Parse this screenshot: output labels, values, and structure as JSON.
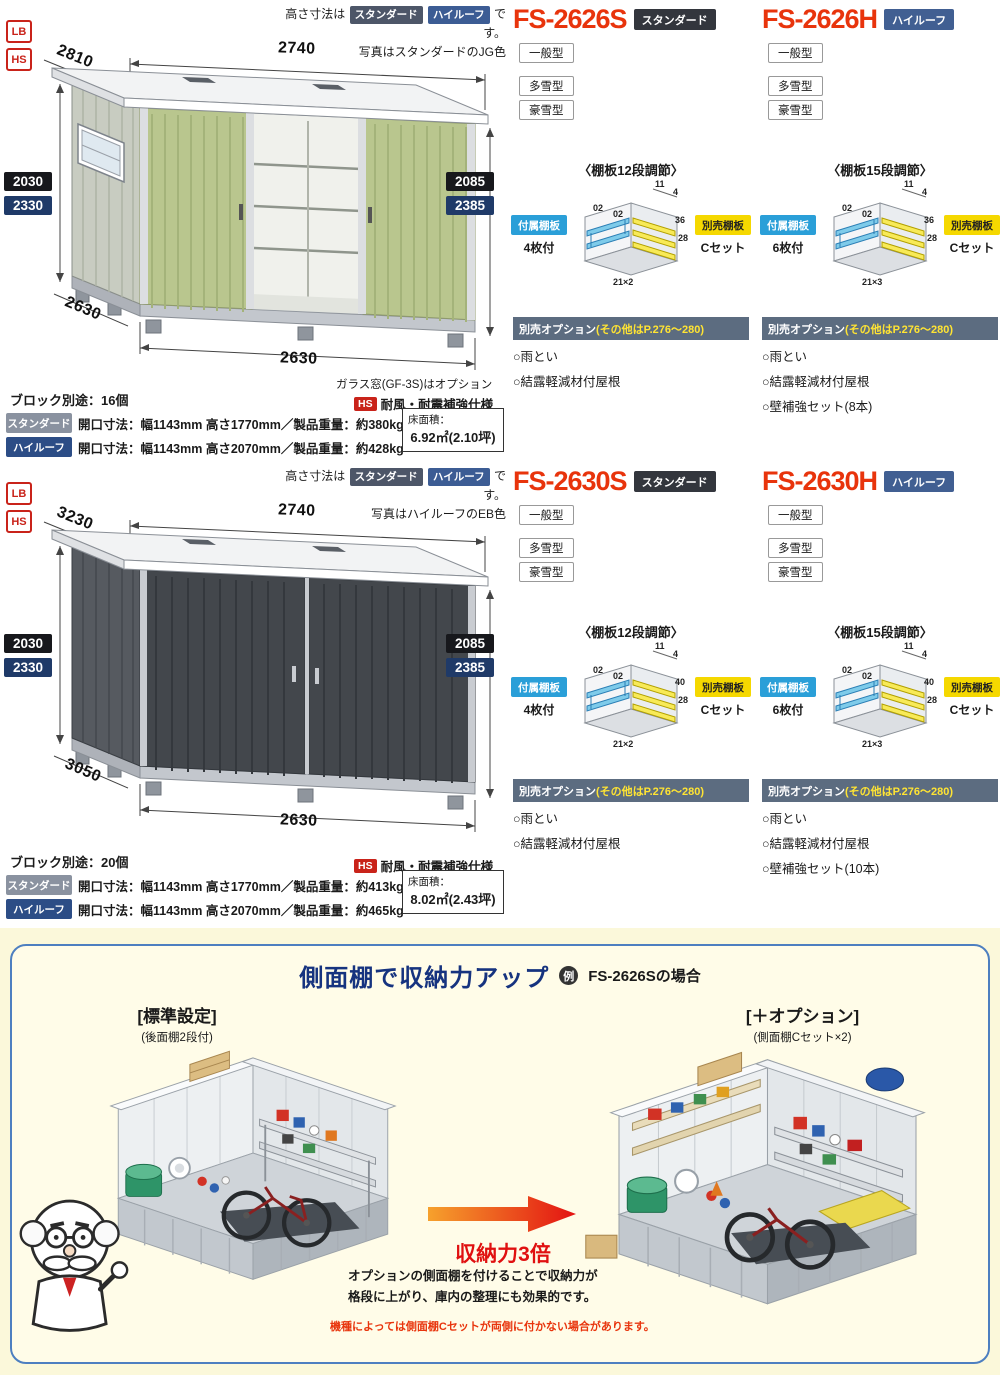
{
  "page": {
    "sections": [
      {
        "corner_badges": [
          "LB",
          "HS"
        ],
        "note": {
          "prefix": "高さ寸法は",
          "badge_standard": "スタンダード",
          "badge_highroof": "ハイルーフ",
          "suffix": "です。",
          "line2": "写真はスタンダードのJG色"
        },
        "dims": {
          "depth_top": "2810",
          "width_top": "2740",
          "left_h_std": "2030",
          "left_h_high": "2330",
          "right_h_std": "2085",
          "right_h_high": "2385",
          "depth_bottom": "2630",
          "width_bottom": "2630"
        },
        "block_note": "ブロック別途：16個",
        "glass_note": "ガラス窓(GF-3S)はオプション",
        "hs_badge": "HS",
        "hs_note": "耐風・耐震補強仕様",
        "specs": [
          {
            "label": "スタンダード",
            "text": "開口寸法：幅1143mm 高さ1770mm／製品重量：約380kg"
          },
          {
            "label": "ハイルーフ",
            "text": "開口寸法：幅1143mm 高さ2070mm／製品重量：約428kg"
          }
        ],
        "floor": {
          "label": "床面積：",
          "value": "6.92㎡(2.10坪)"
        },
        "products": [
          {
            "name": "FS-2626S",
            "badge": "スタンダード",
            "types": [
              "一般型",
              "多雪型",
              "豪雪型"
            ],
            "shelf_title": "〈棚板12段調節〉",
            "included_label": "付属棚板",
            "included_value": "4枚付",
            "separate_label": "別売棚板",
            "separate_value": "Cセット",
            "diagram": {
              "top1": "11",
              "top2": "4",
              "shelf1": "02",
              "shelf2": "02",
              "right1": "36",
              "right2": "28",
              "bottom": "21×2"
            },
            "opt_header": "別売オプション",
            "opt_header_sub": "(その他はP.276～280)",
            "options": [
              "○雨とい",
              "○結露軽減材付屋根"
            ]
          },
          {
            "name": "FS-2626H",
            "badge": "ハイルーフ",
            "types": [
              "一般型",
              "多雪型",
              "豪雪型"
            ],
            "shelf_title": "〈棚板15段調節〉",
            "included_label": "付属棚板",
            "included_value": "6枚付",
            "separate_label": "別売棚板",
            "separate_value": "Cセット",
            "diagram": {
              "top1": "11",
              "top2": "4",
              "shelf1": "02",
              "shelf2": "02",
              "right1": "36",
              "right2": "28",
              "bottom": "21×3"
            },
            "opt_header": "別売オプション",
            "opt_header_sub": "(その他はP.276～280)",
            "options": [
              "○雨とい",
              "○結露軽減材付屋根",
              "○壁補強セット(8本)"
            ]
          }
        ]
      },
      {
        "corner_badges": [
          "LB",
          "HS"
        ],
        "note": {
          "prefix": "高さ寸法は",
          "badge_standard": "スタンダード",
          "badge_highroof": "ハイルーフ",
          "suffix": "です。",
          "line2": "写真はハイルーフのEB色"
        },
        "dims": {
          "depth_top": "3230",
          "width_top": "2740",
          "left_h_std": "2030",
          "left_h_high": "2330",
          "right_h_std": "2085",
          "right_h_high": "2385",
          "depth_bottom": "3050",
          "width_bottom": "2630"
        },
        "block_note": "ブロック別途：20個",
        "hs_badge": "HS",
        "hs_note": "耐風・耐震補強仕様",
        "specs": [
          {
            "label": "スタンダード",
            "text": "開口寸法：幅1143mm 高さ1770mm／製品重量：約413kg"
          },
          {
            "label": "ハイルーフ",
            "text": "開口寸法：幅1143mm 高さ2070mm／製品重量：約465kg"
          }
        ],
        "floor": {
          "label": "床面積：",
          "value": "8.02㎡(2.43坪)"
        },
        "products": [
          {
            "name": "FS-2630S",
            "badge": "スタンダード",
            "types": [
              "一般型",
              "多雪型",
              "豪雪型"
            ],
            "shelf_title": "〈棚板12段調節〉",
            "included_label": "付属棚板",
            "included_value": "4枚付",
            "separate_label": "別売棚板",
            "separate_value": "Cセット",
            "diagram": {
              "top1": "11",
              "top2": "4",
              "shelf1": "02",
              "shelf2": "02",
              "right1": "40",
              "right2": "28",
              "bottom": "21×2"
            },
            "opt_header": "別売オプション",
            "opt_header_sub": "(その他はP.276～280)",
            "options": [
              "○雨とい",
              "○結露軽減材付屋根"
            ]
          },
          {
            "name": "FS-2630H",
            "badge": "ハイルーフ",
            "types": [
              "一般型",
              "多雪型",
              "豪雪型"
            ],
            "shelf_title": "〈棚板15段調節〉",
            "included_label": "付属棚板",
            "included_value": "6枚付",
            "separate_label": "別売棚板",
            "separate_value": "Cセット",
            "diagram": {
              "top1": "11",
              "top2": "4",
              "shelf1": "02",
              "shelf2": "02",
              "right1": "40",
              "right2": "28",
              "bottom": "21×3"
            },
            "opt_header": "別売オプション",
            "opt_header_sub": "(その他はP.276～280)",
            "options": [
              "○雨とい",
              "○結露軽減材付屋根",
              "○壁補強セット(10本)"
            ]
          }
        ]
      }
    ],
    "bottom": {
      "title": "側面棚で収納力アップ",
      "example_badge": "例",
      "example_text": "FS-2626Sの場合",
      "left": {
        "label": "[標準設定]",
        "sub": "(後面棚2段付)"
      },
      "right": {
        "label": "[＋オプション]",
        "sub": "(側面棚Cセット×2)"
      },
      "arrow_text": "収納力3倍",
      "desc_line1": "オプションの側面棚を付けることで収納力が",
      "desc_line2": "格段に上がり、庫内の整理にも効果的です。",
      "warning": "機種によっては側面棚Cセットが両側に付かない場合があります。"
    }
  }
}
